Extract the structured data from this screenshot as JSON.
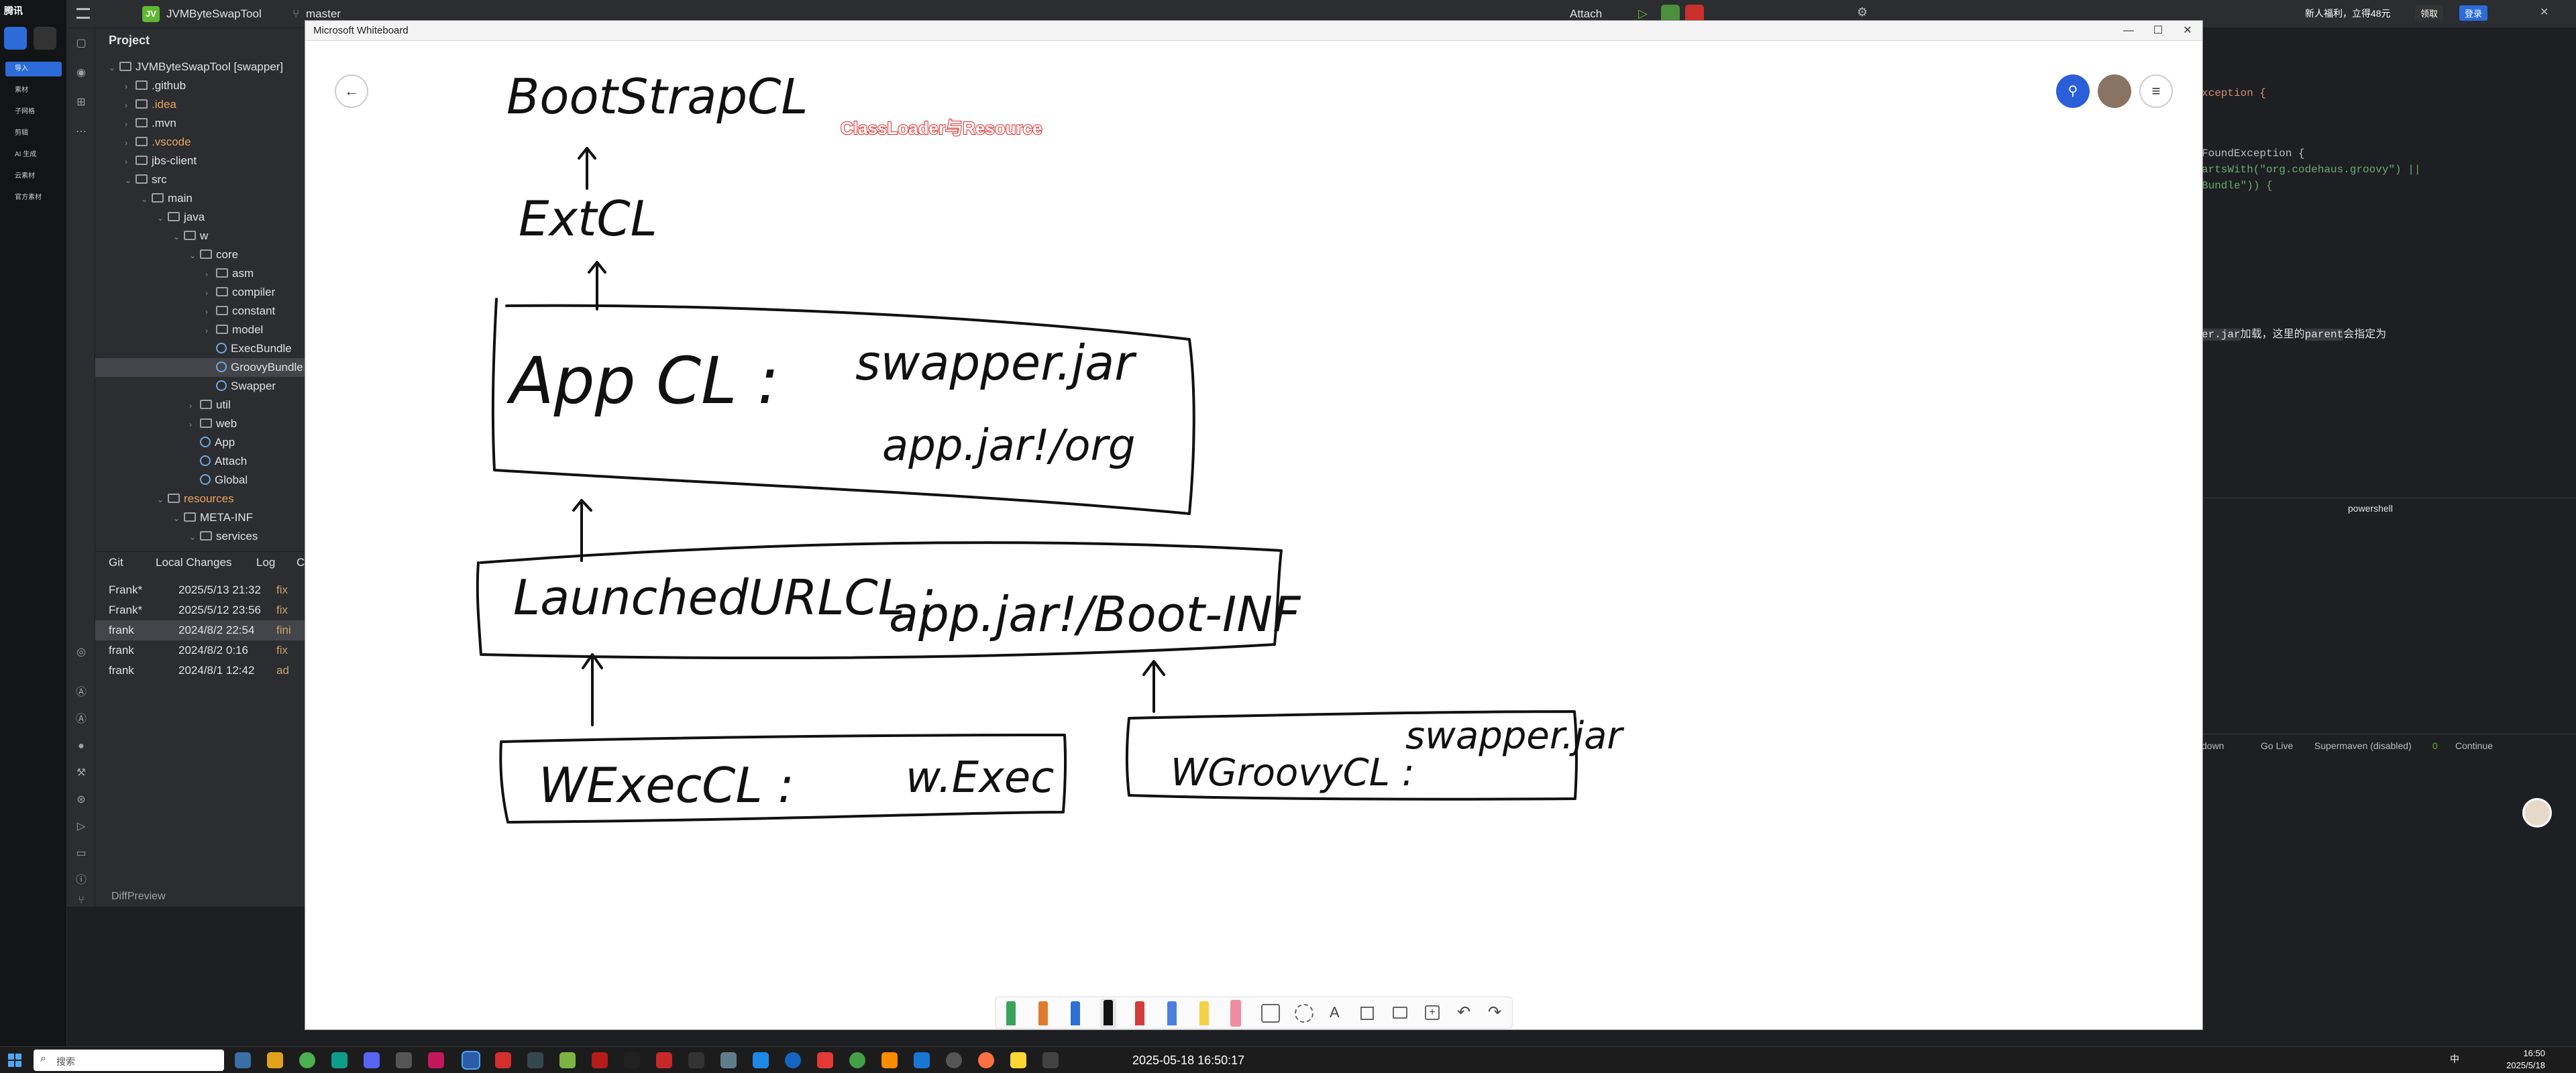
{
  "leftbar": {
    "app_name": "腾讯",
    "items": [
      "导入",
      "素材",
      "子网格",
      "剪辑",
      "AI 生成",
      "云素材",
      "官方素材"
    ]
  },
  "ide": {
    "project_badge": "JV",
    "project_name": "JVMByteSwapTool",
    "branch": "master",
    "run_config": "Attach",
    "panel_title": "Project",
    "tree": [
      {
        "label": "JVMByteSwapTool [swapper]",
        "type": "folder",
        "level": 0,
        "open": true
      },
      {
        "label": ".github",
        "type": "folder",
        "level": 1
      },
      {
        "label": ".idea",
        "type": "folder",
        "level": 1,
        "color": "#e8a45e"
      },
      {
        "label": ".mvn",
        "type": "folder",
        "level": 1
      },
      {
        "label": ".vscode",
        "type": "folder",
        "level": 1,
        "color": "#e8a45e"
      },
      {
        "label": "jbs-client",
        "type": "folder",
        "level": 1
      },
      {
        "label": "src",
        "type": "folder",
        "level": 1,
        "open": true
      },
      {
        "label": "main",
        "type": "folder",
        "level": 2,
        "open": true
      },
      {
        "label": "java",
        "type": "folder",
        "level": 3,
        "open": true
      },
      {
        "label": "w",
        "type": "folder",
        "level": 4,
        "open": true
      },
      {
        "label": "core",
        "type": "folder",
        "level": 5,
        "open": true
      },
      {
        "label": "asm",
        "type": "folder",
        "level": 6
      },
      {
        "label": "compiler",
        "type": "folder",
        "level": 6
      },
      {
        "label": "constant",
        "type": "folder",
        "level": 6
      },
      {
        "label": "model",
        "type": "folder",
        "level": 6
      },
      {
        "label": "ExecBundle",
        "type": "class",
        "level": 6
      },
      {
        "label": "GroovyBundle",
        "type": "class",
        "level": 6,
        "selected": true
      },
      {
        "label": "Swapper",
        "type": "class",
        "level": 6
      },
      {
        "label": "util",
        "type": "folder",
        "level": 5
      },
      {
        "label": "web",
        "type": "folder",
        "level": 5
      },
      {
        "label": "App",
        "type": "class",
        "level": 5
      },
      {
        "label": "Attach",
        "type": "class",
        "level": 5
      },
      {
        "label": "Global",
        "type": "class",
        "level": 5
      },
      {
        "label": "resources",
        "type": "folder",
        "level": 3,
        "open": true,
        "color": "#e8a45e"
      },
      {
        "label": "META-INF",
        "type": "folder",
        "level": 4,
        "open": true
      },
      {
        "label": "services",
        "type": "folder",
        "level": 5,
        "open": true
      }
    ],
    "git_tabs": [
      "Git",
      "Local Changes",
      "Log",
      "C"
    ],
    "git_rows": [
      {
        "author": "Frank*",
        "date": "2025/5/13 21:32",
        "msg": "fix"
      },
      {
        "author": "Frank*",
        "date": "2025/5/12 23:56",
        "msg": "fix"
      },
      {
        "author": "frank",
        "date": "2024/8/2 22:54",
        "msg": "fini",
        "selected": true
      },
      {
        "author": "frank",
        "date": "2024/8/2 0:16",
        "msg": "fix"
      },
      {
        "author": "frank",
        "date": "2024/8/1 12:42",
        "msg": "ad"
      }
    ],
    "diff_preview": "DiffPreview",
    "editor_lines": [
      "xception {",
      "",
      "FoundException {",
      "artsWith(\"org.codehaus.groovy\") ||",
      "Bundle\")) {"
    ],
    "editor_note_code": "er.jar",
    "editor_note_mid": "加载，这里的",
    "editor_note_code2": "parent",
    "editor_note_end": "会指定为",
    "terminal_label": "powershell",
    "status_items": [
      "down",
      "Go Live",
      "Supermaven (disabled)",
      "0",
      "Continue"
    ],
    "notice": "新人福利，立得48元",
    "notice_btn1": "领取",
    "notice_btn2": "登录"
  },
  "whiteboard": {
    "window_title": "Microsoft Whiteboard",
    "note_title": "ClassLoader与Resource",
    "handwriting": {
      "bootstrap": "BootStrapCL",
      "ext": "ExtCL",
      "app_label": "App CL :",
      "app_item1": "swapper.jar",
      "app_item2": "app.jar!/org",
      "launched_label": "LaunchedURLCL :",
      "launched_item": "app.jar!/Boot-INF",
      "wexec_label": "WExecCL :",
      "wexec_item": "w.Exec",
      "wgroovy_label": "WGroovyCL :",
      "wgroovy_item": "swapper.jar"
    },
    "toolbar_tools": [
      "green-pen",
      "orange-pen",
      "blue-pen",
      "black-pen",
      "red-pen",
      "blue-pen-2",
      "highlighter",
      "eraser",
      "ruler",
      "lasso",
      "text",
      "sticky-note",
      "image",
      "insert",
      "undo",
      "redo"
    ]
  },
  "taskbar": {
    "search_placeholder": "搜索",
    "center_datetime": "2025-05-18 16:50:17",
    "clock_time": "16:50",
    "clock_date": "2025/5/18",
    "ime": "中"
  }
}
